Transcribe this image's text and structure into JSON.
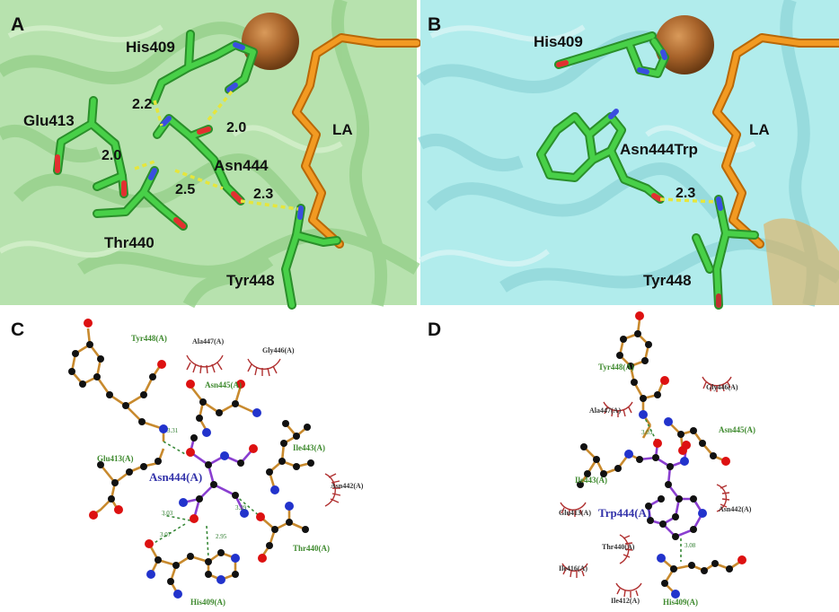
{
  "panels": {
    "a": {
      "letter": "A",
      "labels": {
        "his409": "His409",
        "glu413": "Glu413",
        "asn444": "Asn444",
        "thr440": "Thr440",
        "tyr448": "Tyr448",
        "la": "LA"
      },
      "distances": {
        "d1": "2.2",
        "d2": "2.0",
        "d3": "2.0",
        "d4": "2.5",
        "d5": "2.3"
      }
    },
    "b": {
      "letter": "B",
      "labels": {
        "his409": "His409",
        "asn444trp": "Asn444Trp",
        "tyr448": "Tyr448",
        "la": "LA"
      },
      "distances": {
        "d1": "2.3"
      }
    },
    "c": {
      "letter": "C",
      "center": "Asn444(A)",
      "residues": {
        "tyr448": "Tyr448(A)",
        "asn445": "Asn445(A)",
        "glu413": "Glu413(A)",
        "ile443": "Ile443(A)",
        "thr440": "Thr440(A)",
        "his409": "His409(A)"
      },
      "hydrophobic": {
        "ala447": "Ala447(A)",
        "gly446": "Gly446(A)",
        "asn442": "Asn442(A)"
      },
      "hbonds": {
        "h1": "3.31",
        "h2": "3.29",
        "h3": "3.03",
        "h4": "2.95",
        "h5": "3.07"
      }
    },
    "d": {
      "letter": "D",
      "center": "Trp444(A)",
      "residues": {
        "tyr448": "Tyr448(A)",
        "asn445": "Asn445(A)",
        "ile443": "Ile443(A)",
        "his409": "His409(A)"
      },
      "hydrophobic": {
        "gly446": "Gly446(A)",
        "ala447": "Ala447(A)",
        "asn442": "Asn442(A)",
        "glu413": "Glu413(A)",
        "thr440": "Thr440(A)",
        "ile416": "Ile416(A)",
        "ile412": "Ile412(A)"
      },
      "hbonds": {
        "h1": "3.03",
        "h2": "3.08"
      }
    }
  },
  "colors": {
    "panel_a_bg": "#b7e2ae",
    "panel_b_bg": "#b1ecec",
    "stick_green": "#3cc63c",
    "ligand_orange": "#e8860f",
    "metal": "#a8632a",
    "hbond": "#e6e63c",
    "ligplot_bond": "#c88a2e",
    "ligplot_ligand": "#8a3fd0"
  }
}
